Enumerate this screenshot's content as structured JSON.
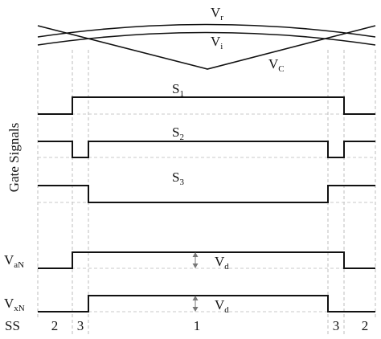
{
  "axis": {
    "gate_signals_label": "Gate Signals"
  },
  "signals": {
    "vr": {
      "main": "V",
      "sub": "r"
    },
    "vi": {
      "main": "V",
      "sub": "i"
    },
    "vc": {
      "main": "V",
      "sub": "C"
    },
    "s1": {
      "main": "S",
      "sub": "1",
      "pattern": "low-high-low"
    },
    "s2": {
      "main": "S",
      "sub": "2",
      "pattern": "high-lowpulse-high-lowpulse-high"
    },
    "s3": {
      "main": "S",
      "sub": "3",
      "pattern": "high-low-high"
    },
    "van": {
      "main": "V",
      "sub": "aN"
    },
    "vxn": {
      "main": "V",
      "sub": "xN"
    },
    "vd1": {
      "main": "V",
      "sub": "d"
    },
    "vd2": {
      "main": "V",
      "sub": "d"
    }
  },
  "switching_states": {
    "label": "SS",
    "values": [
      "2",
      "3",
      "1",
      "3",
      "2"
    ]
  }
}
